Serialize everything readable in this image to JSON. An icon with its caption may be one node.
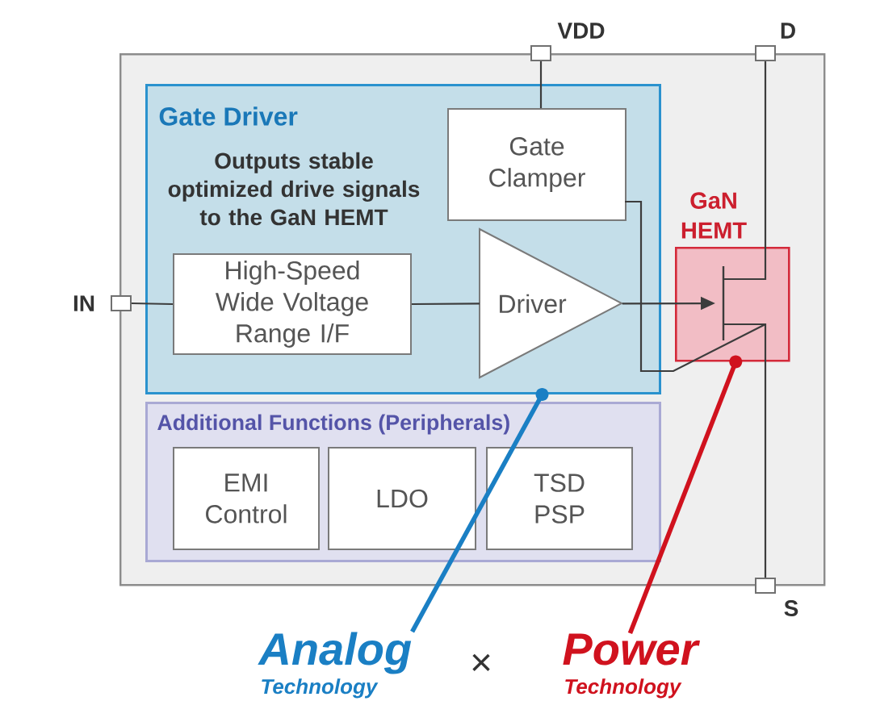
{
  "diagram": {
    "nodes": [
      {
        "text": [],
        "shape": "box"
      },
      {
        "text": [
          "VDD"
        ]
      },
      {
        "text": [
          "D"
        ]
      },
      {
        "text": [
          "Gate Driver",
          "Outputs stable optimized drive signals to the GaN HEMT"
        ],
        "in": 0
      },
      {
        "text": [
          "Gate Clamper"
        ],
        "in": 3
      },
      {
        "text": [
          "GaN HEMT"
        ],
        "in": 0
      },
      {
        "text": [
          "IN"
        ]
      },
      {
        "text": [
          "High-Speed Wide Voltage Range I/F"
        ],
        "in": 3
      },
      {
        "text": [
          "Driver"
        ],
        "in": 3
      },
      {
        "text": [
          "Additional Functions (Peripherals)"
        ],
        "in": 0
      },
      {
        "text": [
          "EMI Control"
        ],
        "in": 9
      },
      {
        "text": [
          "LDO"
        ],
        "in": 9
      },
      {
        "text": [
          "TSD PSP"
        ],
        "in": 9
      },
      {
        "text": [
          "S"
        ]
      },
      {
        "text": [
          "Analog",
          "Technology"
        ]
      },
      {
        "text": [
          "Power",
          "Technology"
        ]
      }
    ],
    "edges": [
      {
        "from": 6,
        "to": 7,
        "arrow": "none"
      },
      {
        "from": 7,
        "to": 8,
        "arrow": "none"
      },
      {
        "from": 8,
        "to": 5,
        "arrow": "to"
      },
      {
        "from": 1,
        "to": 4,
        "arrow": "none"
      },
      {
        "from": 4,
        "to": 5,
        "arrow": "none"
      },
      {
        "from": 2,
        "to": 5,
        "arrow": "none"
      },
      {
        "from": 5,
        "to": 13,
        "arrow": "none"
      },
      {
        "from": 14,
        "to": 3,
        "arrow": "other",
        "style": "thick",
        "color": "#1a7fc4"
      },
      {
        "from": 15,
        "to": 5,
        "arrow": "other",
        "style": "thick",
        "color": "#d0121e"
      }
    ],
    "labels": [
      "×"
    ]
  }
}
